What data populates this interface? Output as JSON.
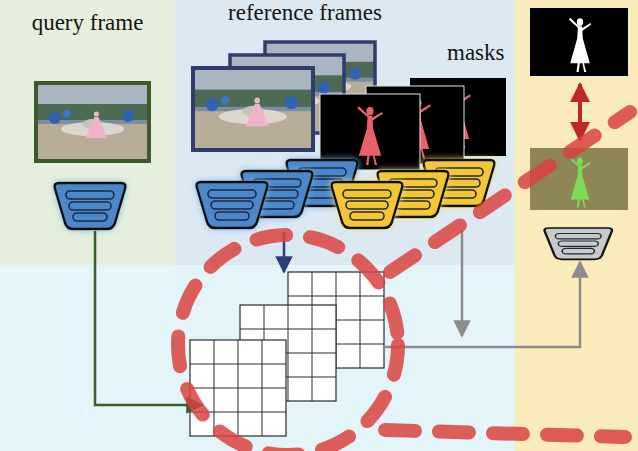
{
  "diagram": {
    "nodes": [
      {
        "text": [
          "query frame"
        ]
      },
      {
        "text": [
          "reference frames",
          "masks"
        ]
      }
    ]
  }
}
